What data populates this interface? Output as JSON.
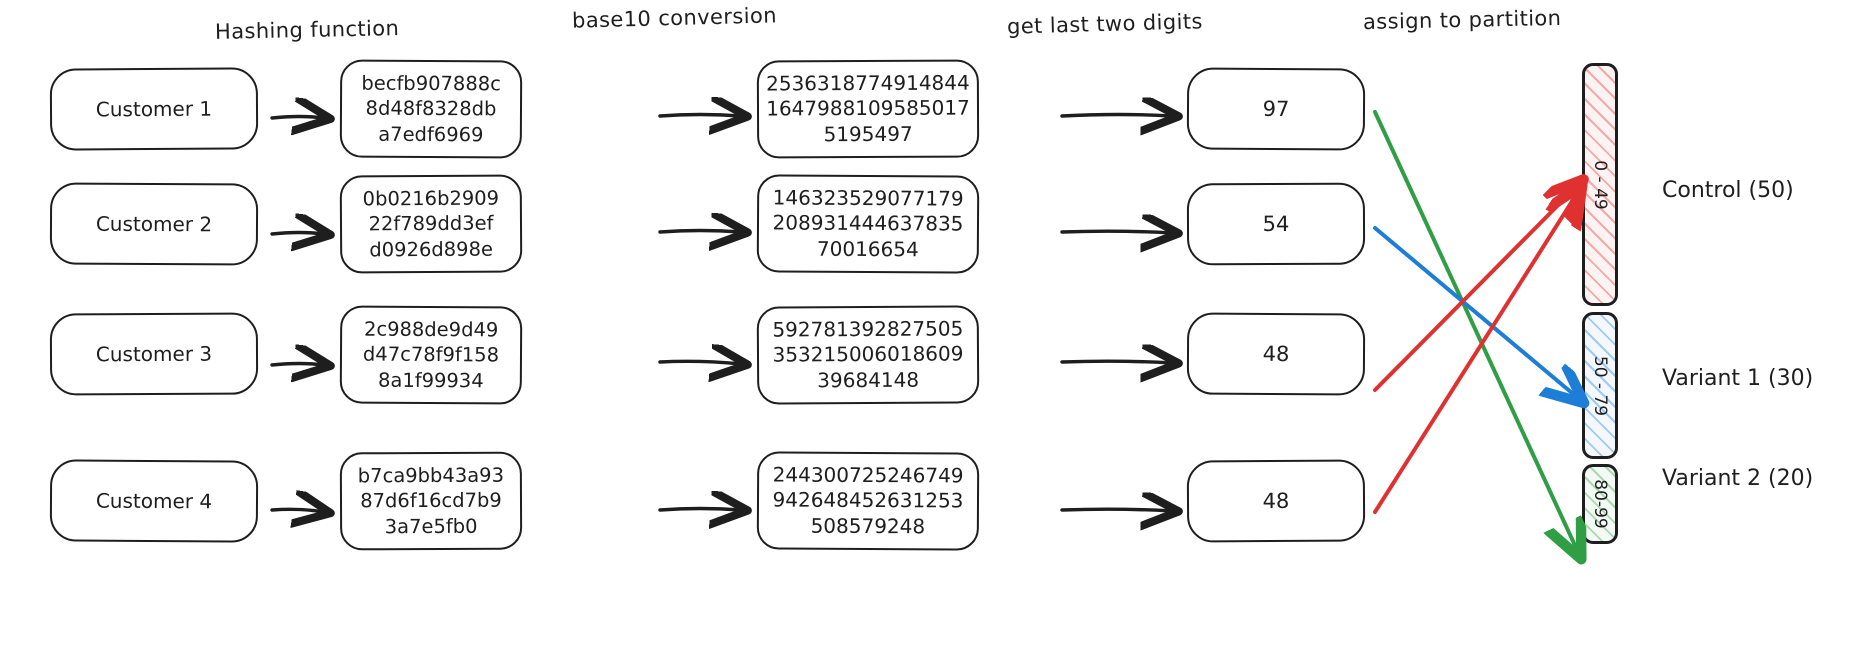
{
  "captions": {
    "hashing": "Hashing function",
    "base10": "base10 conversion",
    "last_two": "get last two digits",
    "assign": "assign to partition"
  },
  "rows": [
    {
      "customer": "Customer 1",
      "hash_lines": [
        "becfb907888c",
        "8d48f8328db",
        "a7edf6969"
      ],
      "base10_lines": [
        "2536318774914844",
        "1647988109585017",
        "5195497"
      ],
      "last_two": "97",
      "partition": "Variant 2 (20)",
      "arrow_color": "#2f9e44"
    },
    {
      "customer": "Customer 2",
      "hash_lines": [
        "0b0216b2909",
        "22f789dd3ef",
        "d0926d898e"
      ],
      "base10_lines": [
        "146323529077179",
        "208931444637835",
        "70016654"
      ],
      "last_two": "54",
      "partition": "Variant 1 (30)",
      "arrow_color": "#1c7ed6"
    },
    {
      "customer": "Customer 3",
      "hash_lines": [
        "2c988de9d49",
        "d47c78f9f158",
        "8a1f99934"
      ],
      "base10_lines": [
        "592781392827505",
        "353215006018609",
        "39684148"
      ],
      "last_two": "48",
      "partition": "Control (50)",
      "arrow_color": "#e03131"
    },
    {
      "customer": "Customer 4",
      "hash_lines": [
        "b7ca9bb43a93",
        "87d6f16cd7b9",
        "3a7e5fb0"
      ],
      "base10_lines": [
        "244300725246749",
        "942648452631253",
        "508579248"
      ],
      "last_two": "48",
      "partition": "Control (50)",
      "arrow_color": "#e03131"
    }
  ],
  "partitions": [
    {
      "range": "0 - 49",
      "legend": "Control (50)",
      "color": "#e03131"
    },
    {
      "range": "50 - 79",
      "legend": "Variant 1 (30)",
      "color": "#1c7ed6"
    },
    {
      "range": "80-99",
      "legend": "Variant 2 (20)",
      "color": "#2f9e44"
    }
  ],
  "colors": {
    "stroke": "#1e1e1e",
    "background": "#ffffff",
    "control": "#e03131",
    "variant1": "#1c7ed6",
    "variant2": "#2f9e44"
  }
}
